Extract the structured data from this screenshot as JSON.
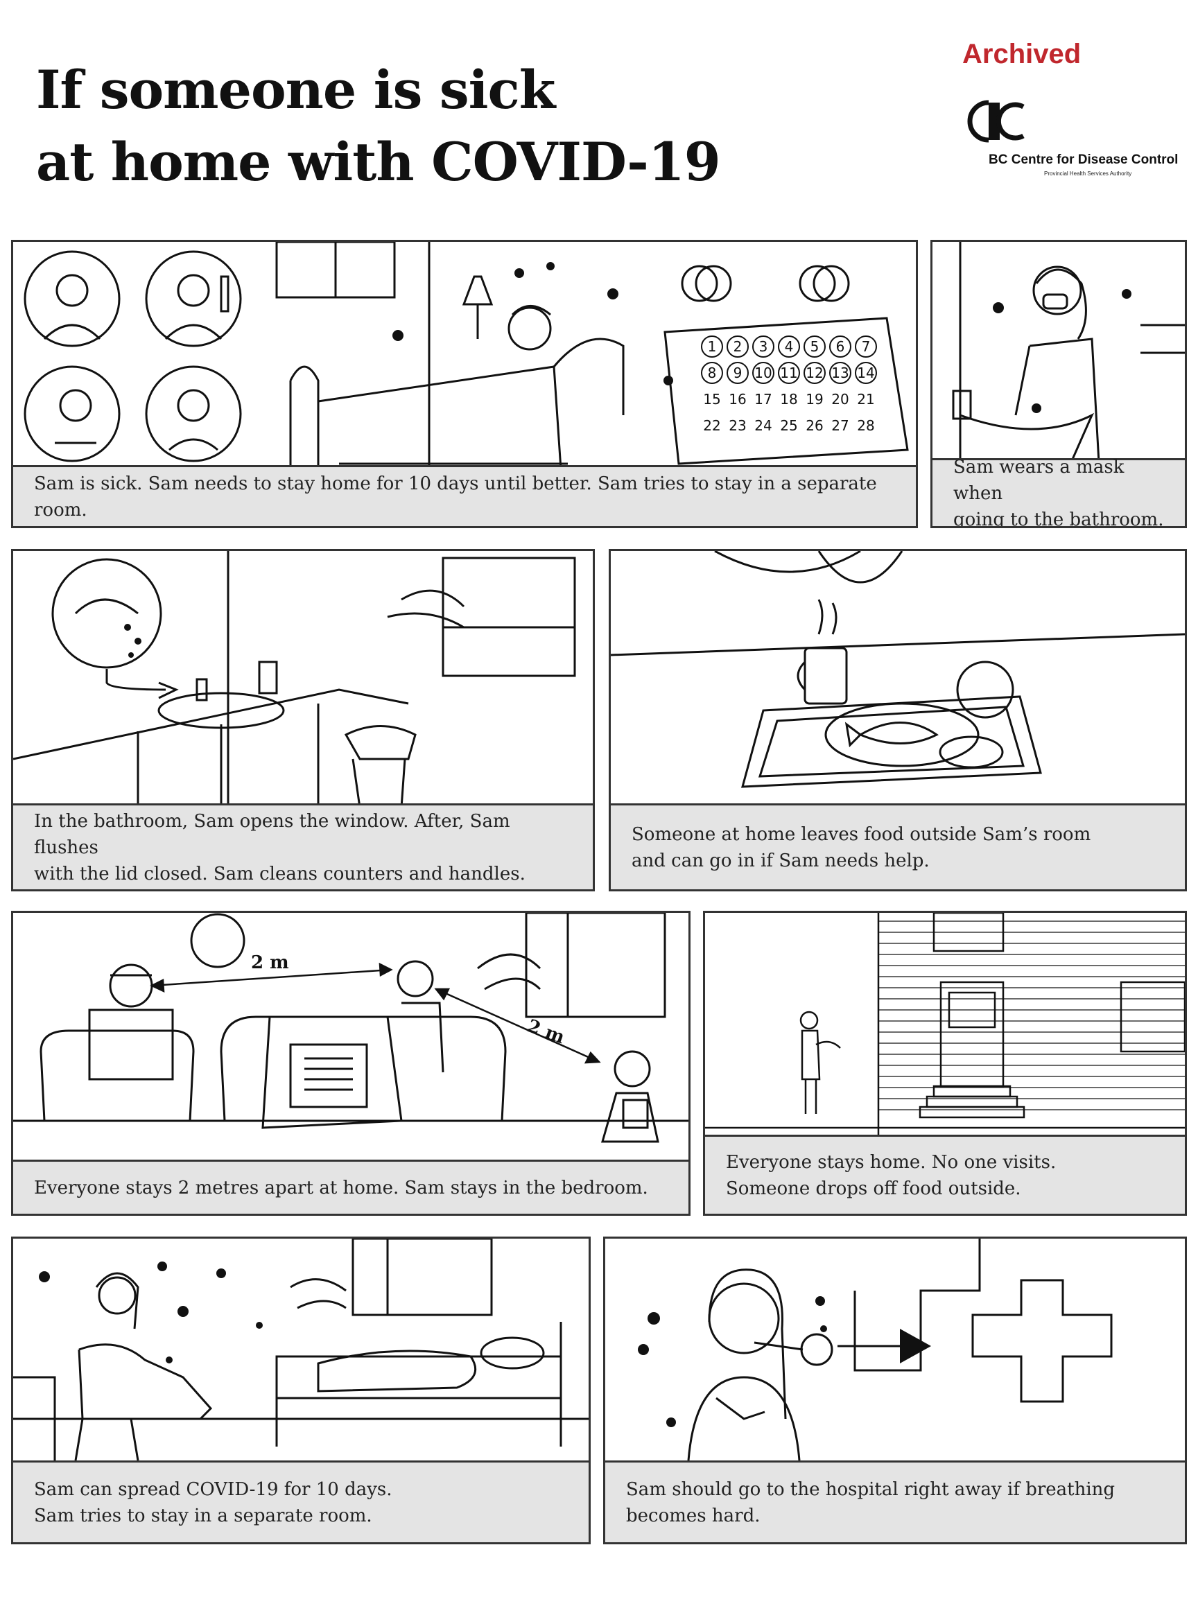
{
  "header": {
    "title_line1": "If someone is sick",
    "title_line2": "at home with COVID-19",
    "archived": "Archived",
    "org_name": "BC Centre for Disease Control",
    "org_sub": "Provincial Health Services Authority"
  },
  "colors": {
    "archived": "#c0272d",
    "caption_bg": "#e4e4e4",
    "border": "#333333"
  },
  "panels": [
    {
      "id": "isolation",
      "icon": "sick-in-bed-scene",
      "caption": [
        "Sam is sick. Sam needs to stay home for 10 days until better. Sam tries to stay in a separate room."
      ]
    },
    {
      "id": "mask",
      "icon": "mask-handwashing-scene",
      "caption": [
        "Sam wears a mask when",
        "going to the bathroom."
      ]
    },
    {
      "id": "bathroom",
      "icon": "bathroom-scene",
      "caption": [
        "In the bathroom, Sam opens the window. After, Sam flushes",
        "with the lid closed. Sam cleans counters and handles."
      ]
    },
    {
      "id": "food-tray",
      "icon": "food-tray-scene",
      "caption": [
        "Someone at home leaves food outside Sam’s room",
        "and can go in if Sam needs help."
      ]
    },
    {
      "id": "distance",
      "icon": "living-room-distance-scene",
      "distance_labels": [
        "2 m",
        "2 m"
      ],
      "caption": [
        "Everyone stays 2 metres apart at home. Sam stays in the bedroom."
      ]
    },
    {
      "id": "no-visits",
      "icon": "house-delivery-scene",
      "caption": [
        "Everyone stays home. No one visits.",
        "Someone drops off food outside."
      ]
    },
    {
      "id": "spread",
      "icon": "bedroom-chair-scene",
      "caption": [
        "Sam can spread COVID-19 for 10 days.",
        "Sam tries to stay  in a separate room."
      ]
    },
    {
      "id": "hospital",
      "icon": "hospital-cross-scene",
      "caption": [
        "Sam should go to the hospital right away if breathing",
        "becomes hard."
      ]
    }
  ],
  "calendar": {
    "rows": [
      [
        "1",
        "2",
        "3",
        "4",
        "5",
        "6",
        "7"
      ],
      [
        "8",
        "9",
        "10",
        "11",
        "12",
        "13",
        "14"
      ],
      [
        "15",
        "16",
        "17",
        "18",
        "19",
        "20",
        "21"
      ],
      [
        "22",
        "23",
        "24",
        "25",
        "26",
        "27",
        "28"
      ]
    ]
  }
}
